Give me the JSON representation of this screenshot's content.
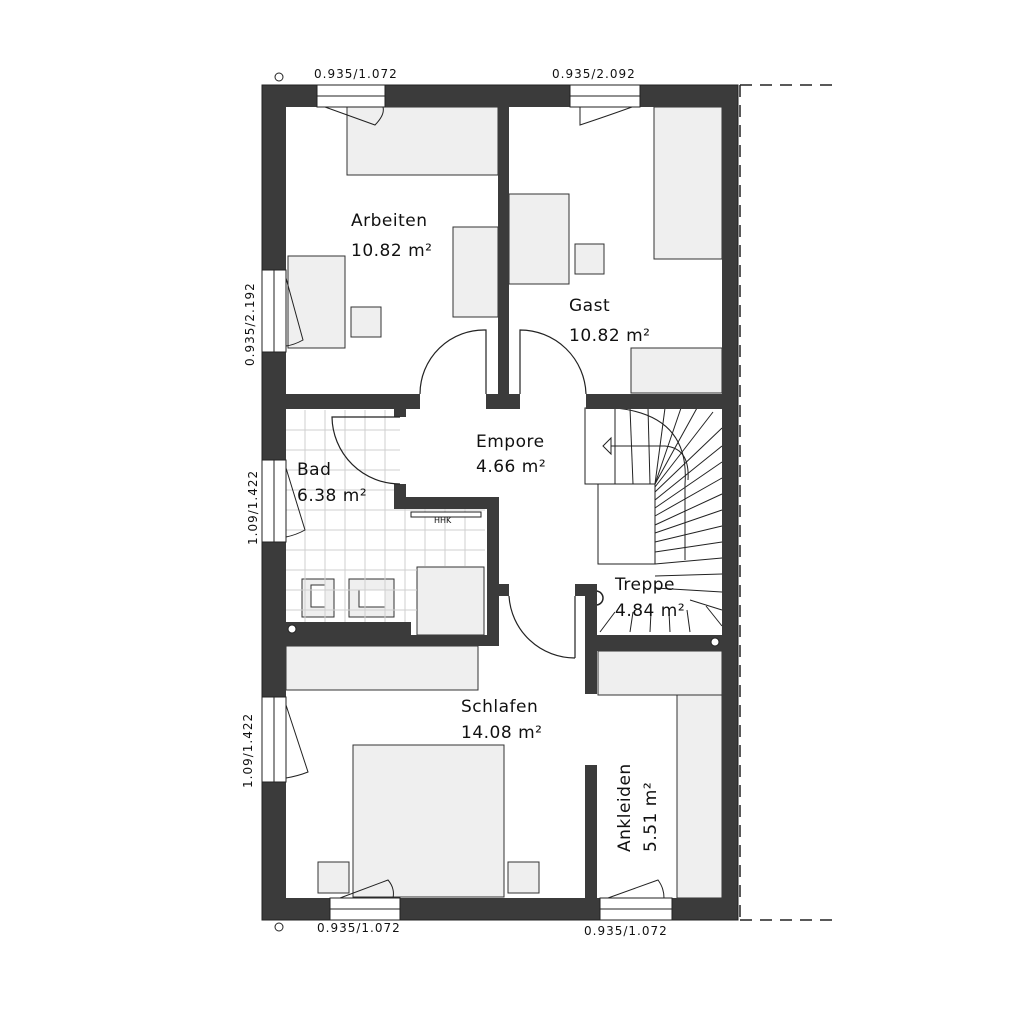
{
  "rooms": {
    "arbeiten": {
      "name": "Arbeiten",
      "area": "10.82 m²"
    },
    "gast": {
      "name": "Gast",
      "area": "10.82 m²"
    },
    "empore": {
      "name": "Empore",
      "area": "4.66 m²"
    },
    "bad": {
      "name": "Bad",
      "area": "6.38 m²"
    },
    "treppe": {
      "name": "Treppe",
      "area": "4.84 m²"
    },
    "schlafen": {
      "name": "Schlafen",
      "area": "14.08 m²"
    },
    "ankleiden": {
      "name": "Ankleiden",
      "area": "5.51 m²"
    }
  },
  "windows": {
    "top_left": "0.935/1.072",
    "top_right": "0.935/2.092",
    "left_upper": "0.935/2.192",
    "left_middle": "1.09/1.422",
    "left_lower": "1.09/1.422",
    "bottom_left": "0.935/1.072",
    "bottom_right": "0.935/1.072"
  },
  "fixtures": {
    "hhk": "HHK"
  },
  "colors": {
    "wall": "#3b3b3b",
    "furniture": "#efefef",
    "outline": "#222222"
  }
}
